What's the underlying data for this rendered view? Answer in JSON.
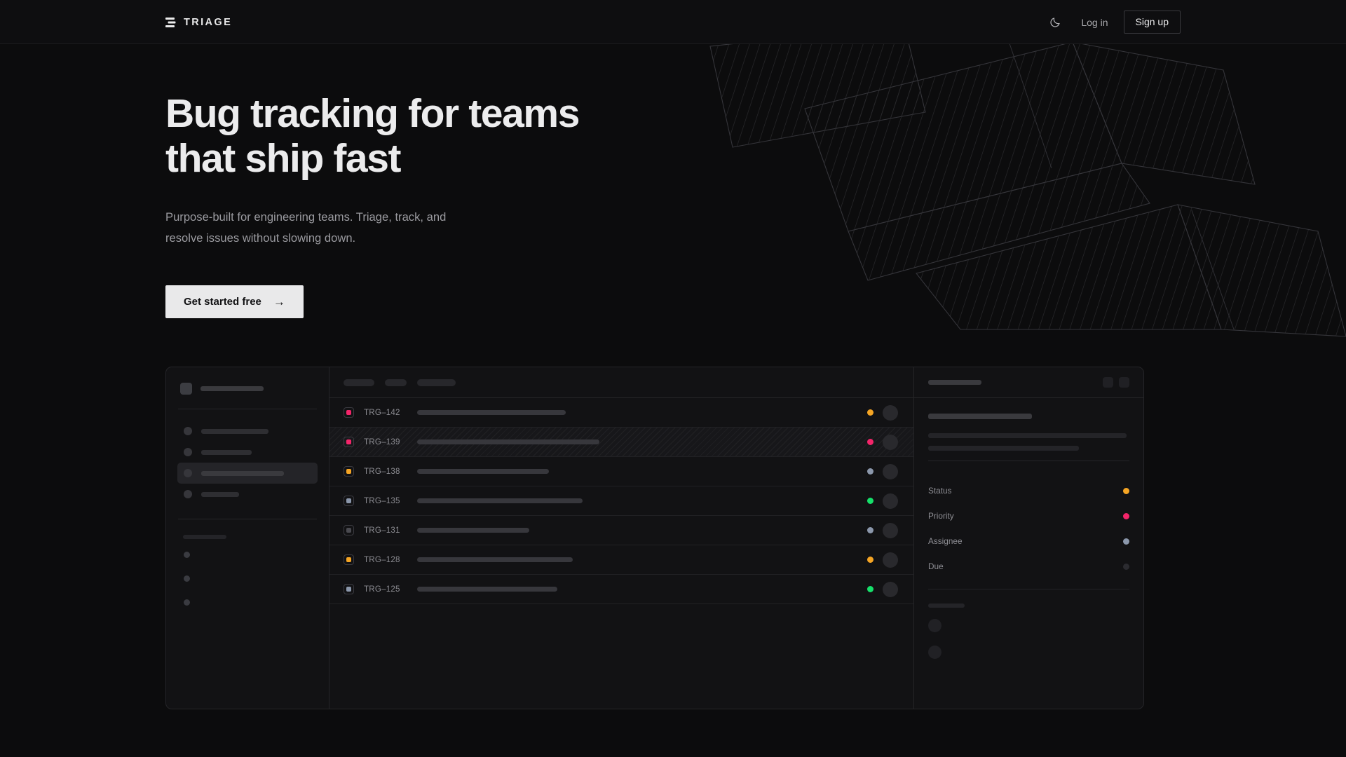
{
  "brand": {
    "name": "TRIAGE",
    "mark_icon": "triage-bars-logo"
  },
  "nav": {
    "theme_toggle_icon": "moon-icon",
    "login_label": "Log in",
    "signup_label": "Sign up"
  },
  "hero": {
    "title": "Bug tracking for teams\nthat ship fast",
    "subtitle": "Purpose-built for engineering teams. Triage, track, and\nresolve issues without slowing down.",
    "cta_label": "Get started free",
    "cta_arrow": "→"
  },
  "colors": {
    "page_bg": "#0c0c0d",
    "nav_bg": "#0e0e10",
    "panel_bg": "#121214",
    "border": "#252528",
    "text_primary": "#ececed",
    "text_muted": "#9a9a9f",
    "cta_bg": "#e9e9ea",
    "accent_amber": "#f5a524",
    "accent_pink": "#f4256a",
    "accent_green": "#16e06a",
    "accent_slate": "#8b97ab",
    "accent_muted": "#4a4a50"
  },
  "mock": {
    "sidebar": {
      "workspace_icon": "workspace-avatar",
      "nav_items": [
        {
          "icon": "nav-dot-icon",
          "width": 96,
          "active": false
        },
        {
          "icon": "nav-dot-icon",
          "width": 72,
          "active": false
        },
        {
          "icon": "nav-dot-icon",
          "width": 118,
          "active": true
        },
        {
          "icon": "nav-dot-icon",
          "width": 54,
          "active": false
        }
      ],
      "mini_items": 3
    },
    "toolbar": {
      "chips": [
        44,
        31,
        55
      ]
    },
    "detail": {
      "header_icons": [
        "panel-toggle-icon",
        "more-options-icon"
      ],
      "meta": [
        {
          "label": "Status",
          "dot": "#f5a524"
        },
        {
          "label": "Priority",
          "dot": "#f4256a"
        },
        {
          "label": "Assignee",
          "dot": "#8b97ab"
        },
        {
          "label": "Due",
          "dot": "#2b2b30"
        }
      ]
    },
    "rows": [
      {
        "id": "TRG–142",
        "priority": "#f4256a",
        "status": "#f5a524",
        "title_w": 212,
        "selected": false
      },
      {
        "id": "TRG–139",
        "priority": "#f4256a",
        "status": "#f4256a",
        "title_w": 260,
        "selected": true
      },
      {
        "id": "TRG–138",
        "priority": "#f5a524",
        "status": "#8b97ab",
        "title_w": 188,
        "selected": false
      },
      {
        "id": "TRG–135",
        "priority": "#8b97ab",
        "status": "#16e06a",
        "title_w": 236,
        "selected": false
      },
      {
        "id": "TRG–131",
        "priority": "#4a4a50",
        "status": "#8b97ab",
        "title_w": 160,
        "selected": false
      },
      {
        "id": "TRG–128",
        "priority": "#f5a524",
        "status": "#f5a524",
        "title_w": 222,
        "selected": false
      },
      {
        "id": "TRG–125",
        "priority": "#8b97ab",
        "status": "#16e06a",
        "title_w": 200,
        "selected": false
      }
    ]
  }
}
